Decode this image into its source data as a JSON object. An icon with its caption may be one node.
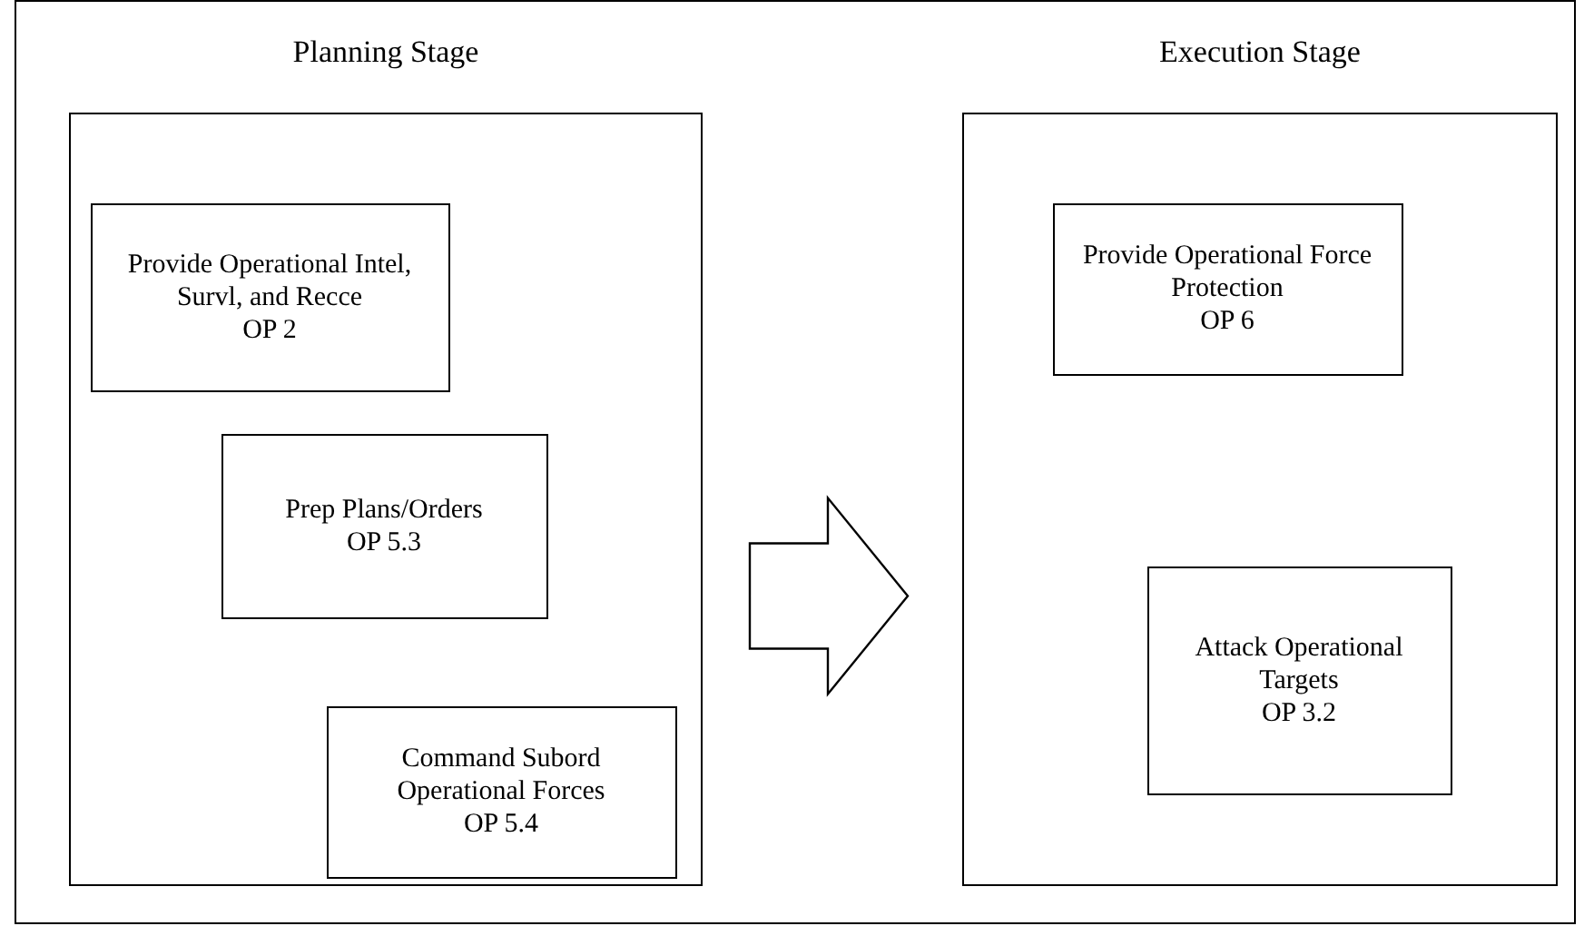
{
  "diagram": {
    "nodes": [
      {
        "text": [
          "Planning Stage"
        ]
      },
      {
        "text": [
          "Provide Operational Intel, Survl, and Recce",
          "OP 2"
        ],
        "in": 0
      },
      {
        "text": [
          "Prep Plans/Orders",
          "OP 5.3"
        ],
        "in": 0
      },
      {
        "text": [
          "Command  Subord Operational Forces",
          "OP 5.4"
        ],
        "in": 0
      },
      {
        "text": [
          "Execution Stage"
        ]
      },
      {
        "text": [
          "Provide Operational Force Protection",
          "OP 6"
        ],
        "in": 4
      },
      {
        "text": [
          "Attack Operational Targets",
          "OP 3.2"
        ],
        "in": 4
      }
    ],
    "edges": [
      {
        "from": 0,
        "to": 4,
        "arrow": "to"
      }
    ]
  }
}
